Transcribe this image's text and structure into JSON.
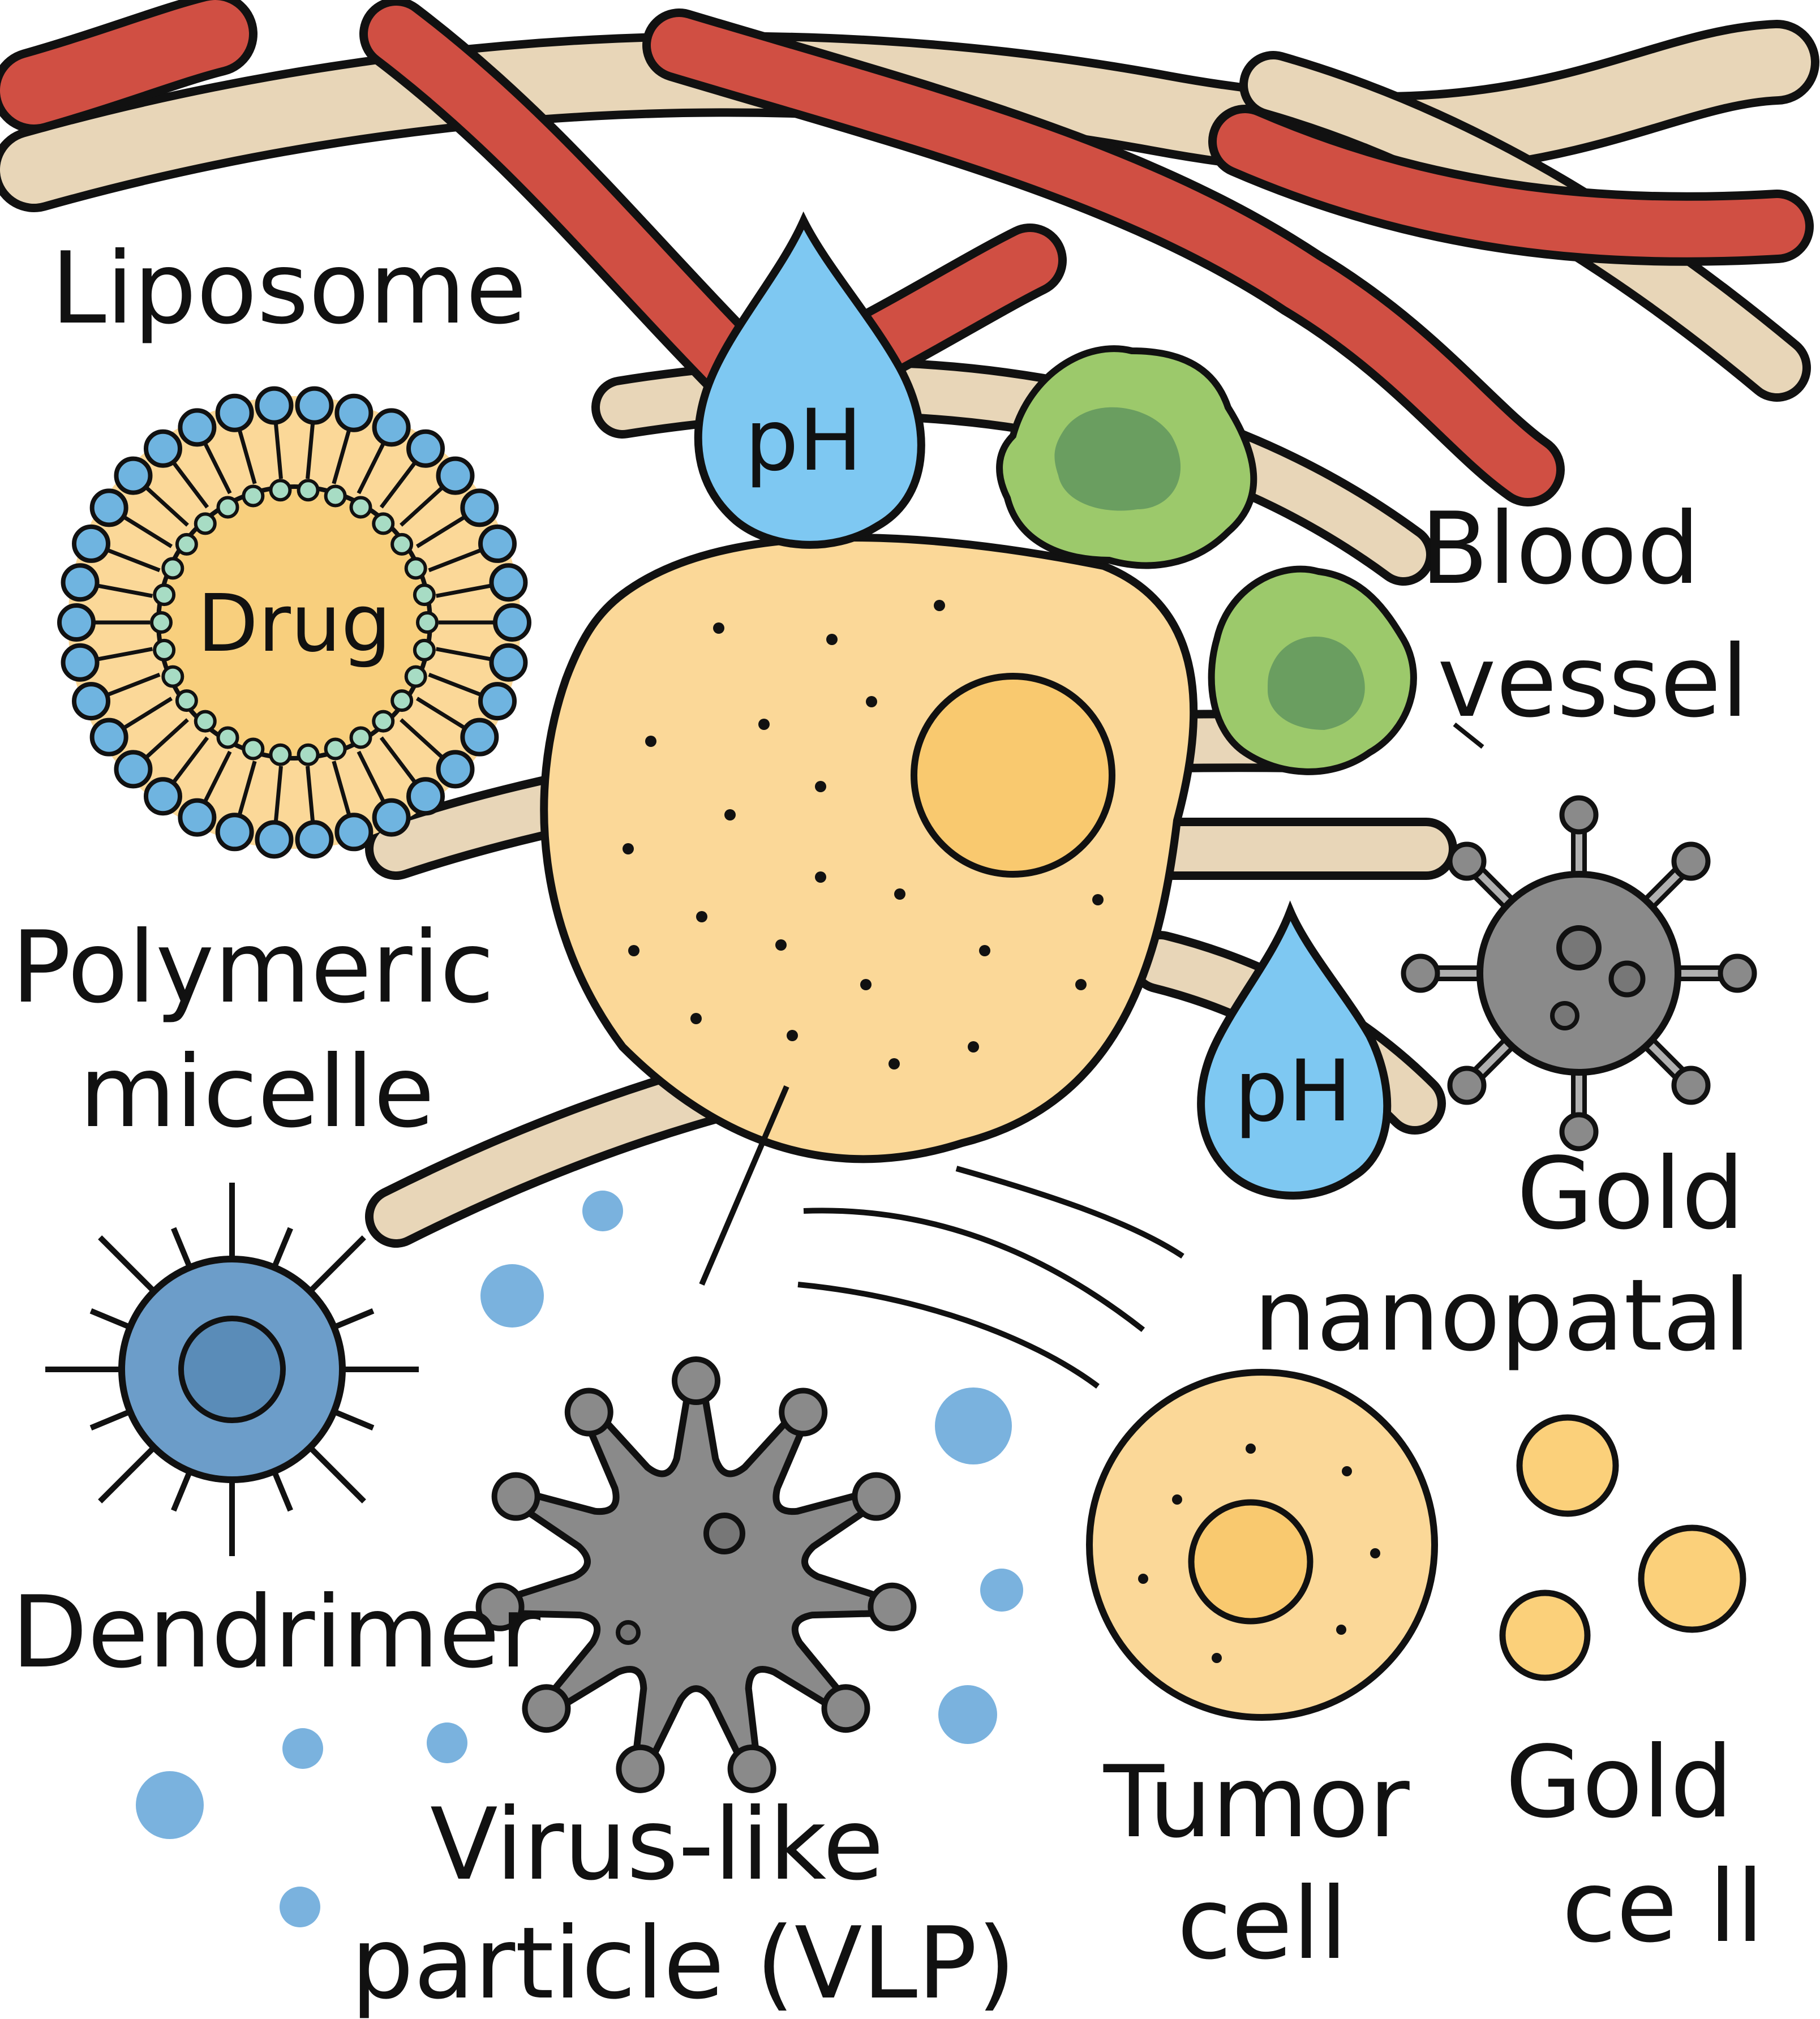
{
  "labels": {
    "liposome": "Liposome",
    "drug": "Drug",
    "ph_top": "pH",
    "ph_right": "pH",
    "blood_vessel_1": "Blood",
    "blood_vessel_2": "vessel",
    "polymeric_1": "Polymeric",
    "polymeric_2": "micelle",
    "gold_nano_1": "Gold",
    "gold_nano_2": "nanopatal",
    "dendrimer": "Dendrimer",
    "vlp_1": "Virus-like",
    "vlp_2": "particle (VLP)",
    "tumor_1": "Tumor",
    "tumor_2": "cell",
    "gold_cell_1": "Gold",
    "gold_cell_2": "ce ll"
  },
  "colors": {
    "blood_vessel": "#d04f43",
    "tissue_fiber": "#e8d6b8",
    "cell_body": "#fbd898",
    "nucleus": "#f9c96f",
    "liposome_head": "#6fb4e0",
    "liposome_inner_head": "#a7dcc4",
    "drug_core": "#f8cf7d",
    "green_cell": "#9cc96b",
    "green_nucleus": "#6a9e60",
    "ph_drop": "#7ec8f2",
    "gold_nanoparticle": "#8a8a8a",
    "dendrimer": "#6c9dc9",
    "vlp": "#8a8a8a",
    "blue_dots": "#7ab2de",
    "gold_dots": "#fbd07a"
  },
  "icons": [
    "liposome-icon",
    "ph-drop-icon",
    "green-cell-icon",
    "gold-nanoparticle-icon",
    "dendrimer-icon",
    "vlp-icon",
    "tumor-cell-icon",
    "gold-particle-icon"
  ]
}
